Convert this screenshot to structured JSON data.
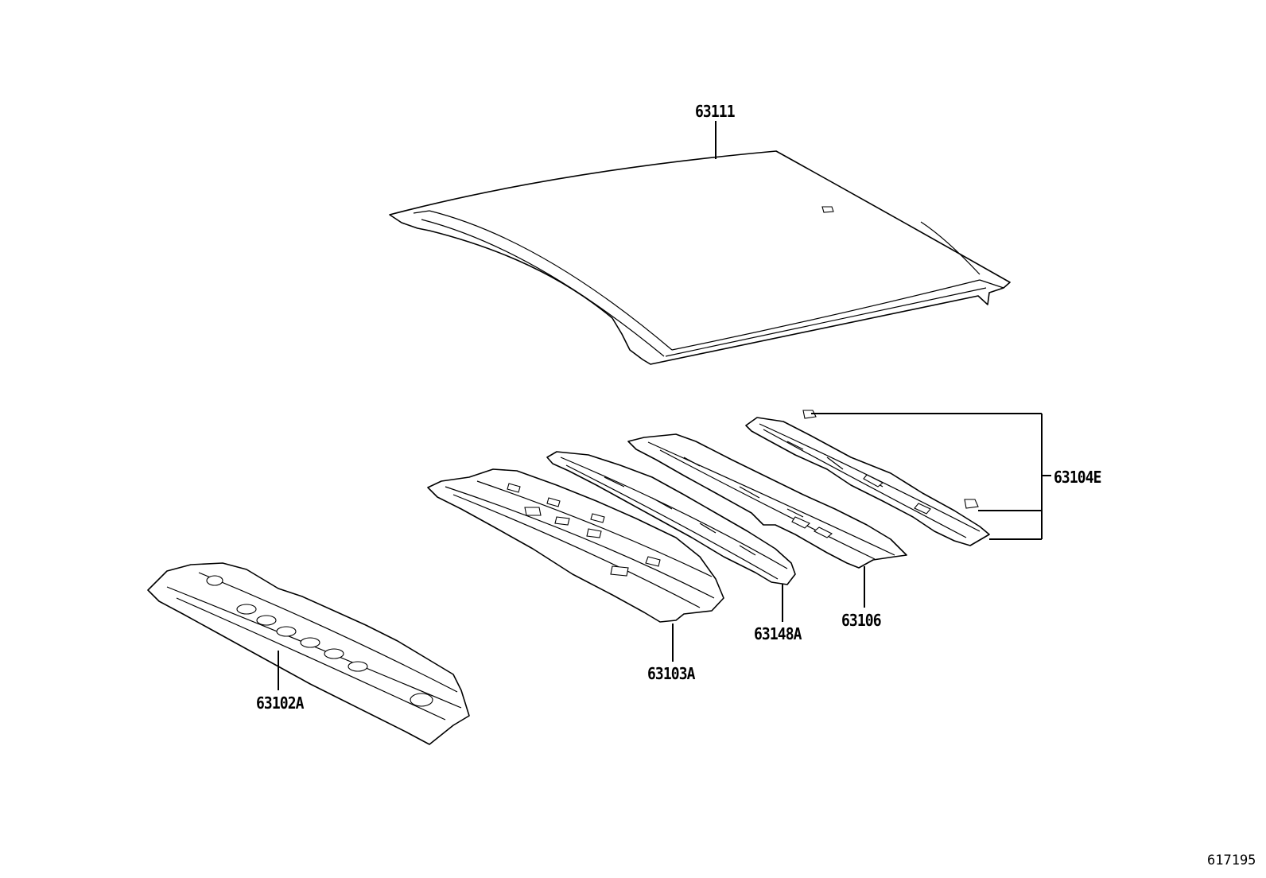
{
  "parts": {
    "roof_panel": "63111",
    "reinforcement_e": "63104E",
    "reinforcement_106": "63106",
    "reinforcement_148a": "63148A",
    "reinforcement_103a": "63103A",
    "front_header": "63102A"
  },
  "figure_number": "617195"
}
